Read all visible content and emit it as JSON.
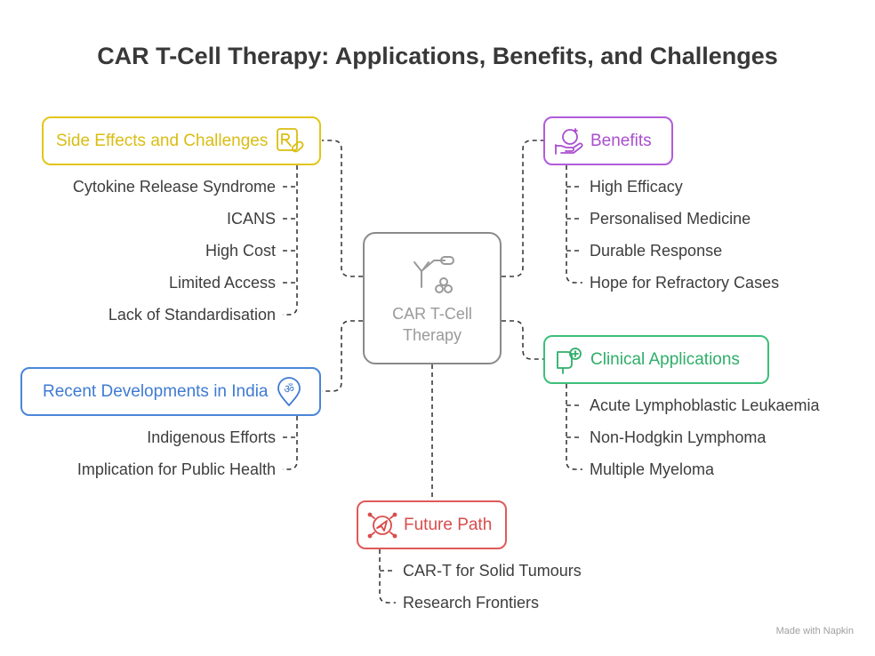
{
  "title": "CAR T-Cell Therapy: Applications, Benefits, and Challenges",
  "center": {
    "label": "CAR T-Cell Therapy",
    "icon": "car-t-cell-icon",
    "color": "#8a8a8a"
  },
  "branches": {
    "side_effects": {
      "label": "Side Effects and Challenges",
      "icon": "prescription-pill-icon",
      "color": "#e2c619",
      "items": [
        "Cytokine Release Syndrome",
        "ICANS",
        "High Cost",
        "Limited Access",
        "Lack of Standardisation"
      ]
    },
    "benefits": {
      "label": "Benefits",
      "icon": "hand-heart-icon",
      "color": "#b25cd8",
      "items": [
        "High Efficacy",
        "Personalised Medicine",
        "Durable Response",
        "Hope for Refractory Cases"
      ]
    },
    "clinical": {
      "label": "Clinical Applications",
      "icon": "iv-drip-icon",
      "color": "#3dbf7a",
      "items": [
        "Acute Lymphoblastic Leukaemia",
        "Non-Hodgkin Lymphoma",
        "Multiple Myeloma"
      ]
    },
    "recent": {
      "label": "Recent Developments in India",
      "icon": "om-location-icon",
      "color": "#4a86d8",
      "items": [
        "Indigenous Efforts",
        "Implication for Public Health"
      ]
    },
    "future": {
      "label": "Future Path",
      "icon": "target-arrow-icon",
      "color": "#e05a5a",
      "items": [
        "CAR-T for Solid Tumours",
        "Research Frontiers"
      ]
    }
  },
  "watermark": "Made with  Napkin"
}
